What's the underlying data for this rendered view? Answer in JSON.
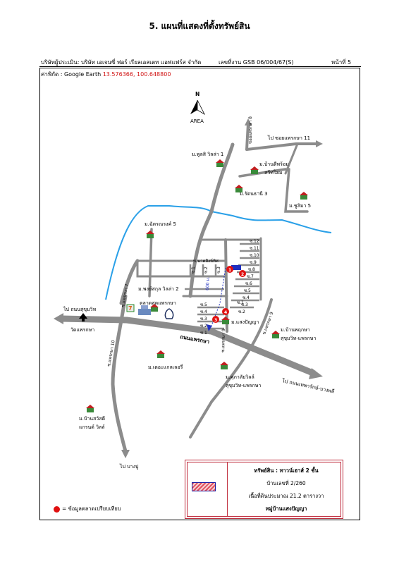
{
  "title": "5. แผนที่แสดงที่ตั้งทรัพย์สิน",
  "header": {
    "company": "บริษัทผู้ประเมิน: บริษัท เอเจนซี่ ฟอร์ เรียลเอสเตท แอฟแฟร์ส จำกัด",
    "job_no": "เลขที่งาน GSB 06/004/67(S)",
    "page": "หน้าที่ 5"
  },
  "coordinates": {
    "label": "ค่าพิกัด : Google Earth",
    "value": "13.576366, 100.648800"
  },
  "map": {
    "north": "N",
    "north_caption": "AREA",
    "colors": {
      "road": "#8a8a8a",
      "river": "#2aa0e8",
      "marker": "#e01010",
      "route": "#2030c0"
    },
    "labels": {
      "soi_8": "ซอยแพรกษา 8",
      "to_soi_11": "ไป ซอยแพรกษา 11",
      "phumsi": "ม.พูลสิ วิลล่า 1",
      "ban_den": "ม.บ้านดีพร้อม",
      "sweet_home": "สวีทโฮม",
      "rattanathani": "ม.รัตนธานี 3",
      "chulima": "ม.ชูลิมา 5",
      "chatchanon": "ม.ฉัตรณรงค์ 5",
      "nakhon_sit": "ซ.นาคสิงห์ทิศ",
      "phongsakun": "ม.พงษ์สกุล วิลล่า 2",
      "to_sukhumvit": "ไป ถนนสุขุมวิท",
      "soi_7": "ซ.แพรกษา 7",
      "market": "ตลาดสดแพรกษา",
      "wat": "วัดแพรกษา",
      "soi_10": "ซ.แพรกษา 10",
      "road_main": "ถนนแพรกษา",
      "the_gallery": "ม.เดอะแกลเลอรี่",
      "soi_9": "ซ.แพรกษา 9",
      "ban_phruksa": "ม.บ้านพฤกษา",
      "sukhumvit_praeksa": "สุขุมวิท-แพรกษา",
      "to_thepharak": "ไป ถนนเทพารักษ์-บางพลี",
      "saeng_panya": "ม.แสงปัญญา",
      "supalai": "ม.ศุภาลัยวิลล์",
      "sukhumvit_praeksa2": "สุขุมวิท-แพรกษา",
      "ban_sawadee": "ม.บ้านสวัสดี",
      "grand_ville": "แกรนด์ วิลล์",
      "to_bangpu": "ไป บางปู",
      "dist": "600 ม.",
      "s1": "ซ.1",
      "s2": "ซ.2",
      "s3": "ซ.3",
      "s4": "ซ.4",
      "s5": "ซ.5",
      "s6": "ซ.6",
      "s7": "ซ.7",
      "s8": "ซ.8",
      "s9": "ซ.9",
      "s10": "ซ.10",
      "s11": "ซ.11",
      "s12": "ซ.12",
      "w1": "ซ.1",
      "w2": "ซ.2",
      "w3": "ซ.3",
      "w4": "ซ.4",
      "w5": "ซ.5",
      "n1": "ซ.1",
      "n2": "ซ.2",
      "n3": "ซ.3",
      "m1": "1",
      "m2": "2",
      "m3": "3",
      "m4": "4"
    }
  },
  "info": {
    "asset": "ทรัพย์สิน : ทาวน์เฮาส์ 2 ชั้น",
    "house_no": "บ้านเลขที่ 2/260",
    "area": "เนื้อที่ดินประมาณ 21.2 ตารางวา",
    "village": "หมู่บ้านแสงปัญญา"
  },
  "legend": {
    "text": "= ข้อมูลตลาดเปรียบเทียบ"
  }
}
